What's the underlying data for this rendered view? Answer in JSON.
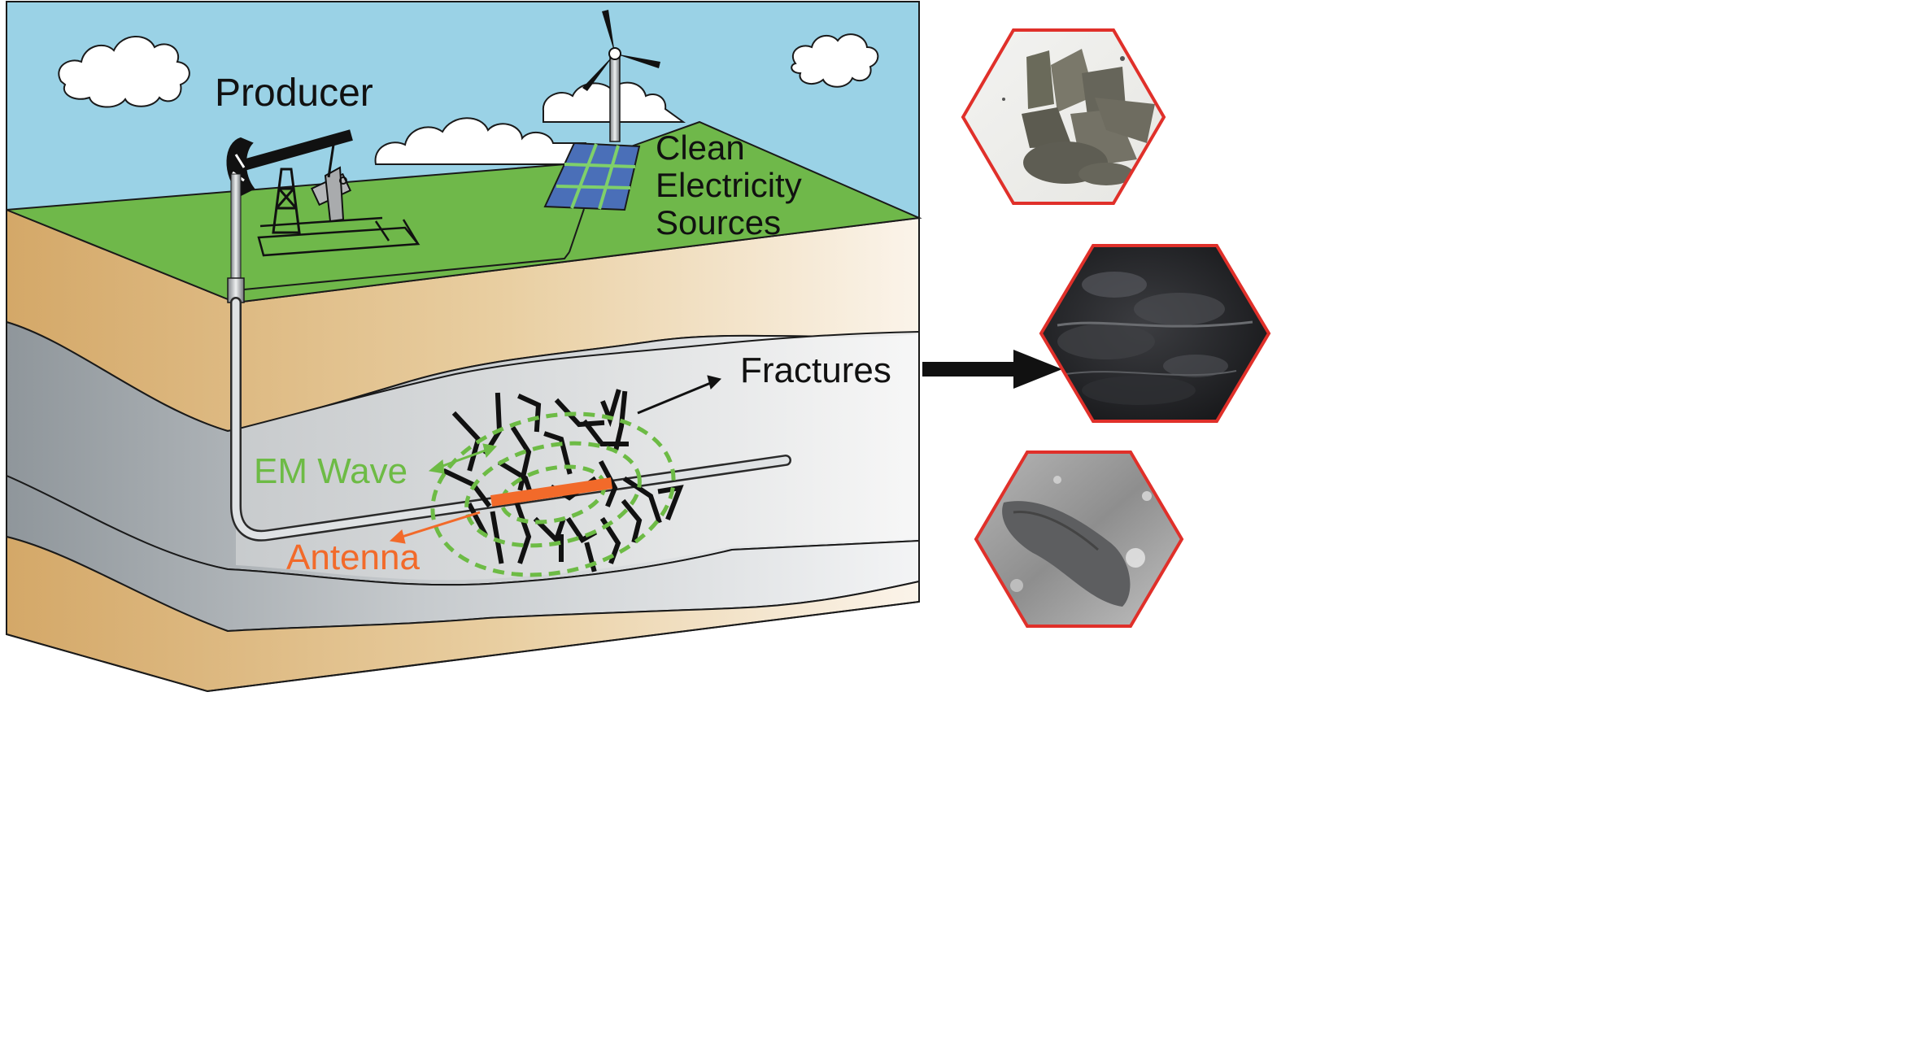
{
  "labels": {
    "producer": "Producer",
    "clean_electricity": [
      "Clean",
      "Electricity",
      "Sources"
    ],
    "fractures": "Fractures",
    "em_wave": "EM Wave",
    "antenna": "Antenna"
  },
  "colors": {
    "sky": "#9ad2e6",
    "grass": "#6fb84a",
    "sand": "#d8b47a",
    "shale_grey": "#9aa0a4",
    "em_wave_green": "#6dbb45",
    "antenna_orange": "#f26a2a",
    "hexagon_border": "#e0302a",
    "solar_panel": "#4a6fb8"
  },
  "icons": [
    "cloud-icon",
    "wind-turbine-icon",
    "pumpjack-icon",
    "solar-panel-icon",
    "arrow-right-icon"
  ],
  "samples": [
    "sample-photo-top",
    "sample-photo-middle",
    "sample-photo-bottom"
  ]
}
